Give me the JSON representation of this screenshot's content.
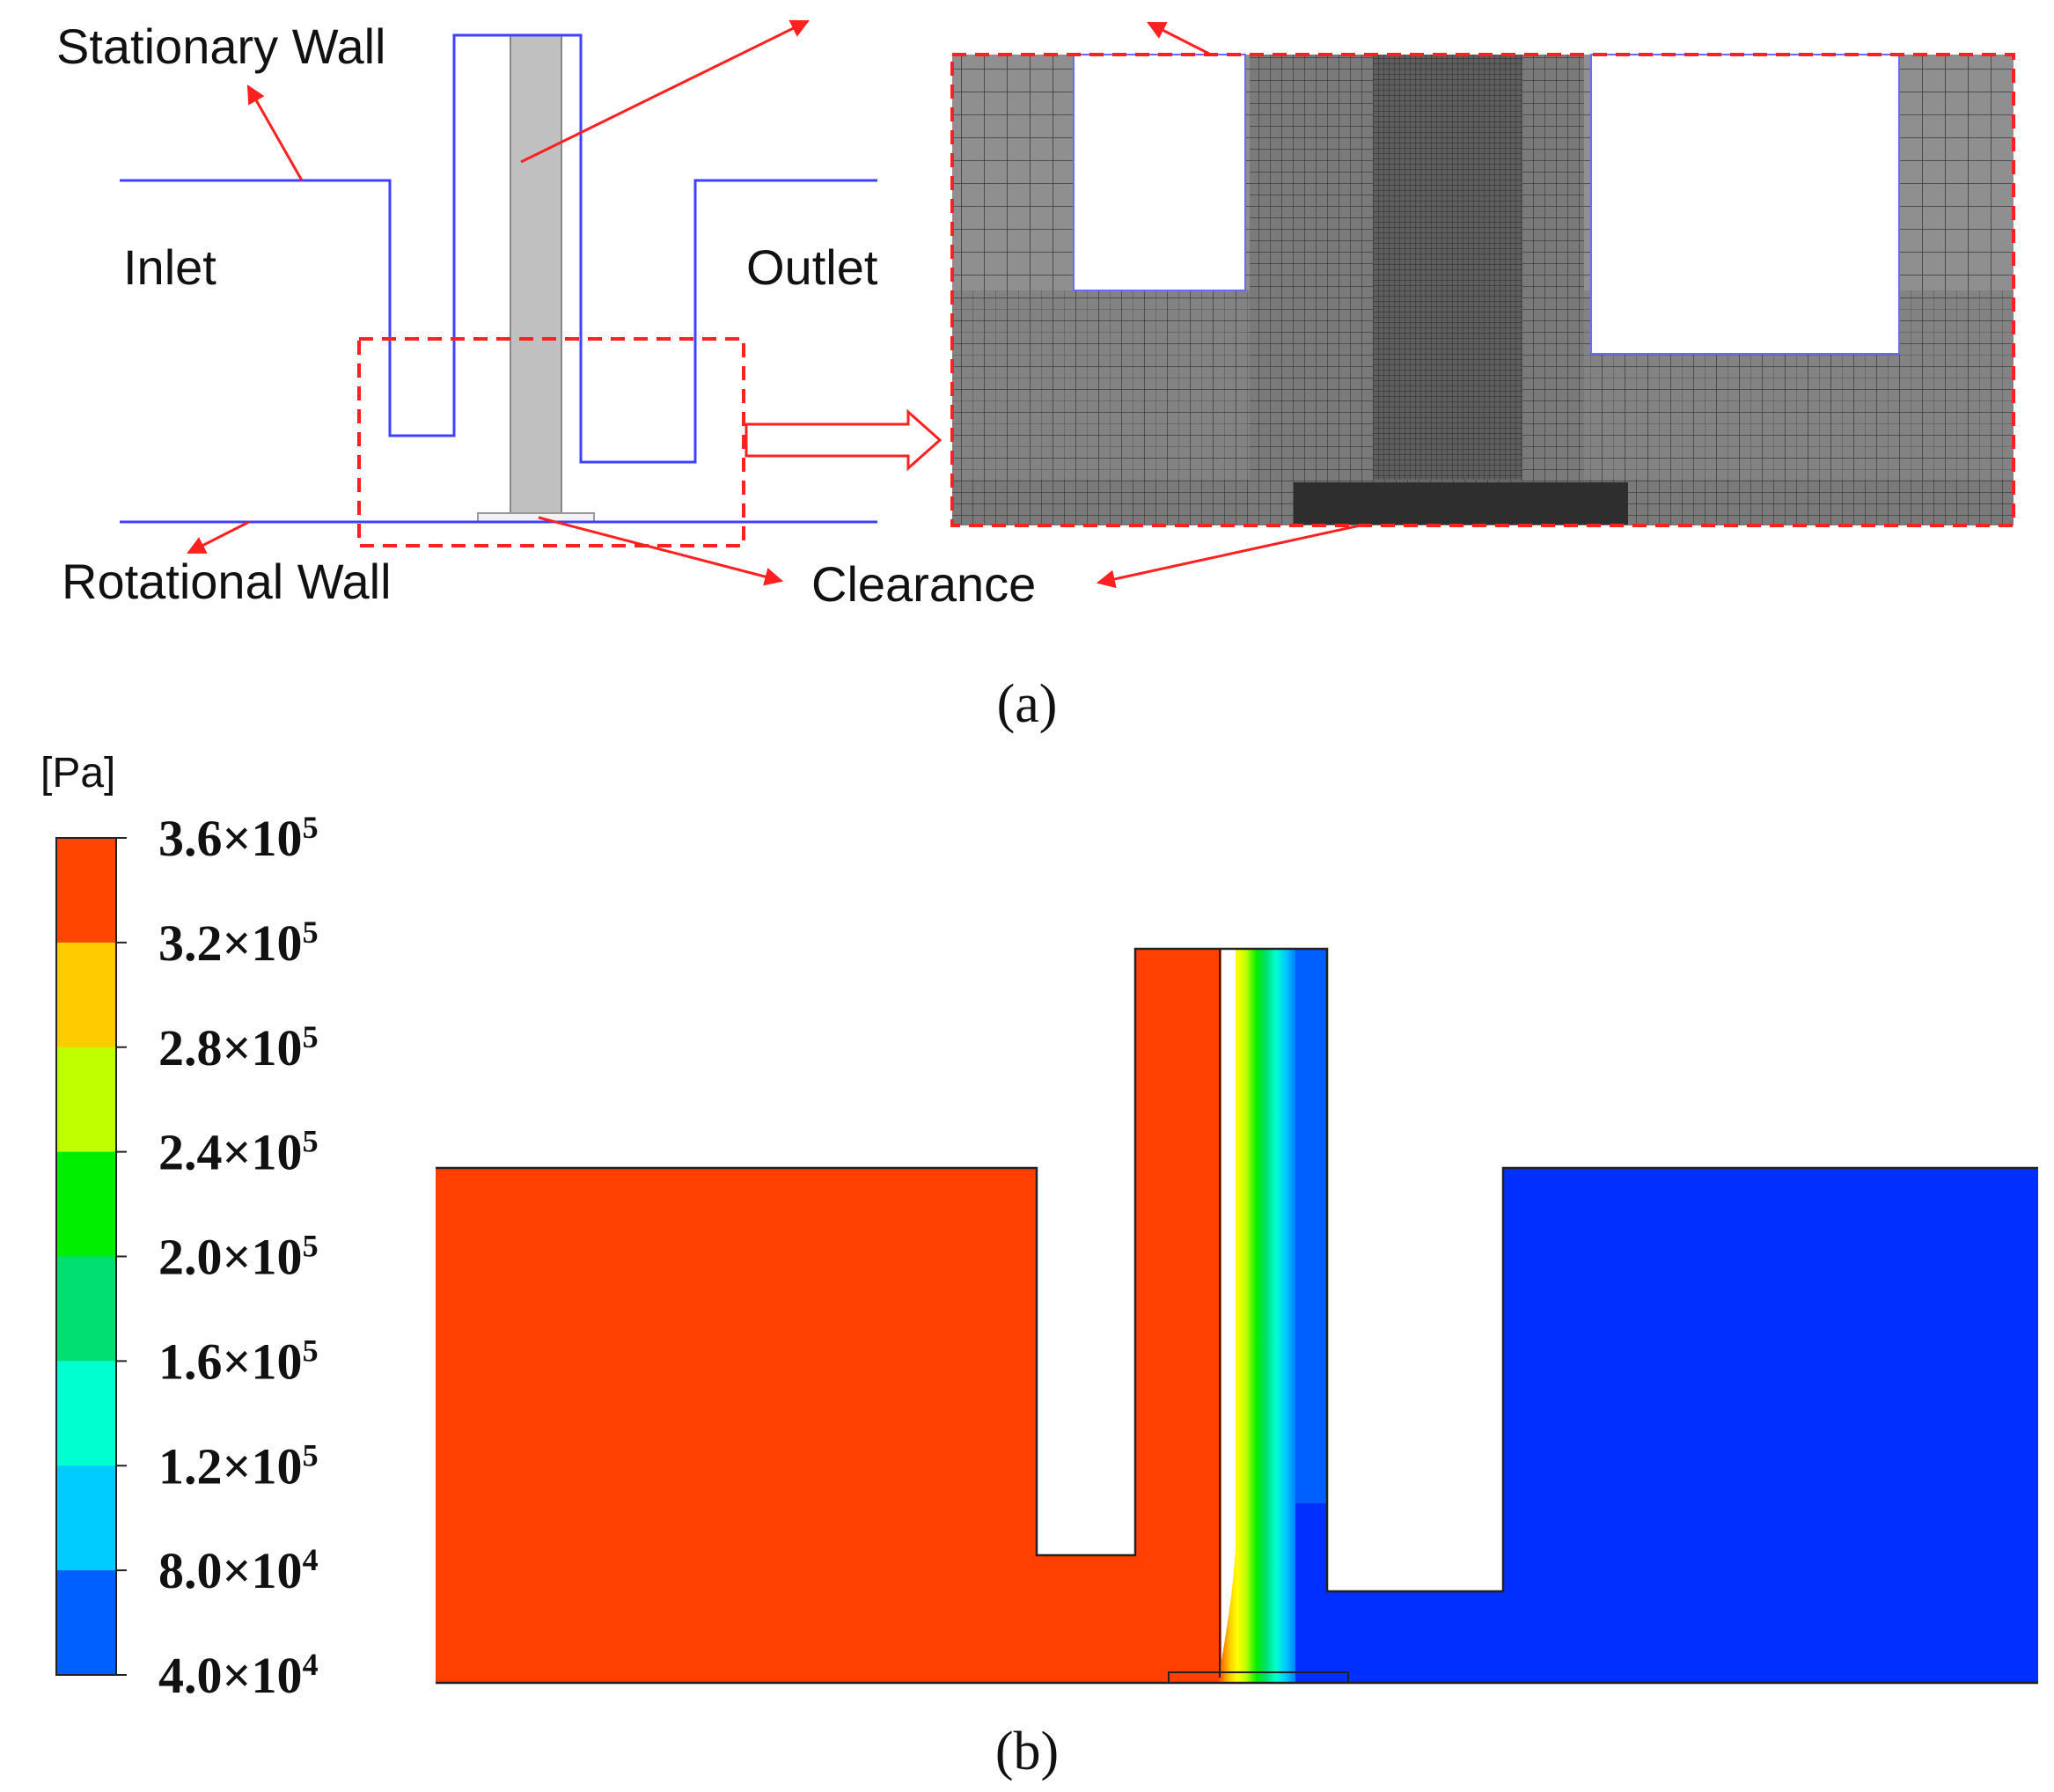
{
  "panel_a": {
    "caption": "(a)",
    "labels": {
      "stationary_wall": "Stationary Wall",
      "inlet": "Inlet",
      "outlet": "Outlet",
      "rotational_wall": "Rotational Wall",
      "clearance": "Clearance"
    }
  },
  "panel_b": {
    "caption": "(b)",
    "colorbar": {
      "unit": "[Pa]",
      "ticks": [
        {
          "mantissa": "3.6×10",
          "exp": "5"
        },
        {
          "mantissa": "3.2×10",
          "exp": "5"
        },
        {
          "mantissa": "2.8×10",
          "exp": "5"
        },
        {
          "mantissa": "2.4×10",
          "exp": "5"
        },
        {
          "mantissa": "2.0×10",
          "exp": "5"
        },
        {
          "mantissa": "1.6×10",
          "exp": "5"
        },
        {
          "mantissa": "1.2×10",
          "exp": "5"
        },
        {
          "mantissa": "8.0×10",
          "exp": "4"
        },
        {
          "mantissa": "4.0×10",
          "exp": "4"
        }
      ],
      "colors": [
        "#ff4500",
        "#ffcc00",
        "#c0ff00",
        "#00ee00",
        "#00e070",
        "#00ffd0",
        "#00ccff",
        "#0060ff"
      ]
    }
  },
  "colors": {
    "wall_line": "#4040ff",
    "annotation": "#ff2020",
    "high_pressure": "#ff4000",
    "low_pressure": "#0030ff",
    "tooth": "#c0c0c0",
    "mesh_bg": "#8a8a8a"
  }
}
